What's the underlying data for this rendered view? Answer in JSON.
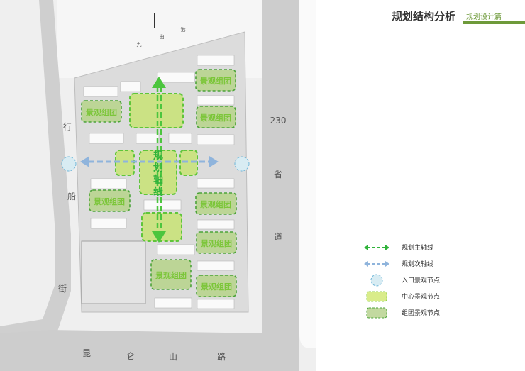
{
  "header": {
    "title": "规划结构分析",
    "subtitle": "规划设计篇"
  },
  "map": {
    "roads": {
      "west": [
        "行",
        "船",
        "街"
      ],
      "east": [
        "230",
        "省",
        "道"
      ],
      "south": [
        "昆",
        "仑",
        "山",
        "路"
      ],
      "north": [
        "九",
        "曲",
        "港"
      ]
    },
    "axis_label": [
      "规",
      "划",
      "轴",
      "线"
    ],
    "cluster_label": "景观组团"
  },
  "legend": [
    {
      "icon": "main-axis-arrow-icon",
      "label": "规划主轴线"
    },
    {
      "icon": "secondary-axis-arrow-icon",
      "label": "规划次轴线"
    },
    {
      "icon": "entrance-node-circle-icon",
      "label": "入口景观节点"
    },
    {
      "icon": "center-node-box-icon",
      "label": "中心景观节点"
    },
    {
      "icon": "cluster-node-box-icon",
      "label": "组团景观节点"
    }
  ],
  "colors": {
    "main_axis": "#2fb33a",
    "secondary_axis": "#8fb4dc",
    "center_fill": "#c9e27a",
    "cluster_fill": "#b8d48e",
    "accent": "#6e9a3a"
  }
}
